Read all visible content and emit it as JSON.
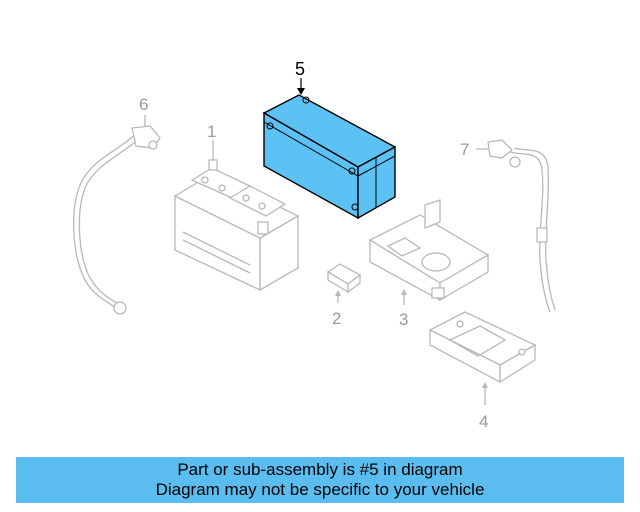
{
  "callouts": {
    "c1": "1",
    "c2": "2",
    "c3": "3",
    "c4": "4",
    "c5": "5",
    "c6": "6",
    "c7": "7"
  },
  "highlight_part": "5",
  "colors": {
    "highlight_fill": "#5bc2f3",
    "banner_background": "#5bbcef",
    "line_grey": "#b8b8b8",
    "text_black": "#000000"
  },
  "banner": {
    "line1": "Part or sub-assembly is #5 in diagram",
    "line2": "Diagram may not be specific to your vehicle"
  }
}
